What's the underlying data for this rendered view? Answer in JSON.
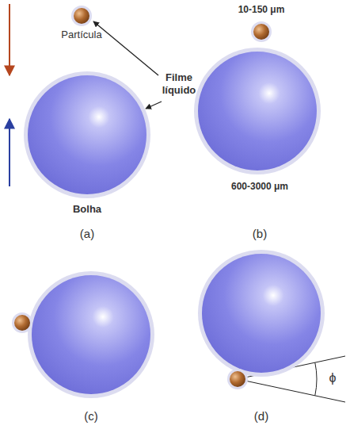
{
  "diagram": {
    "labels": [
      "Partícula",
      "Filme líquido",
      "Bolha",
      "(a)",
      "10-150 μm",
      "600-3000 μm",
      "(b)",
      "(c)",
      "(d)",
      "ϕ"
    ]
  }
}
